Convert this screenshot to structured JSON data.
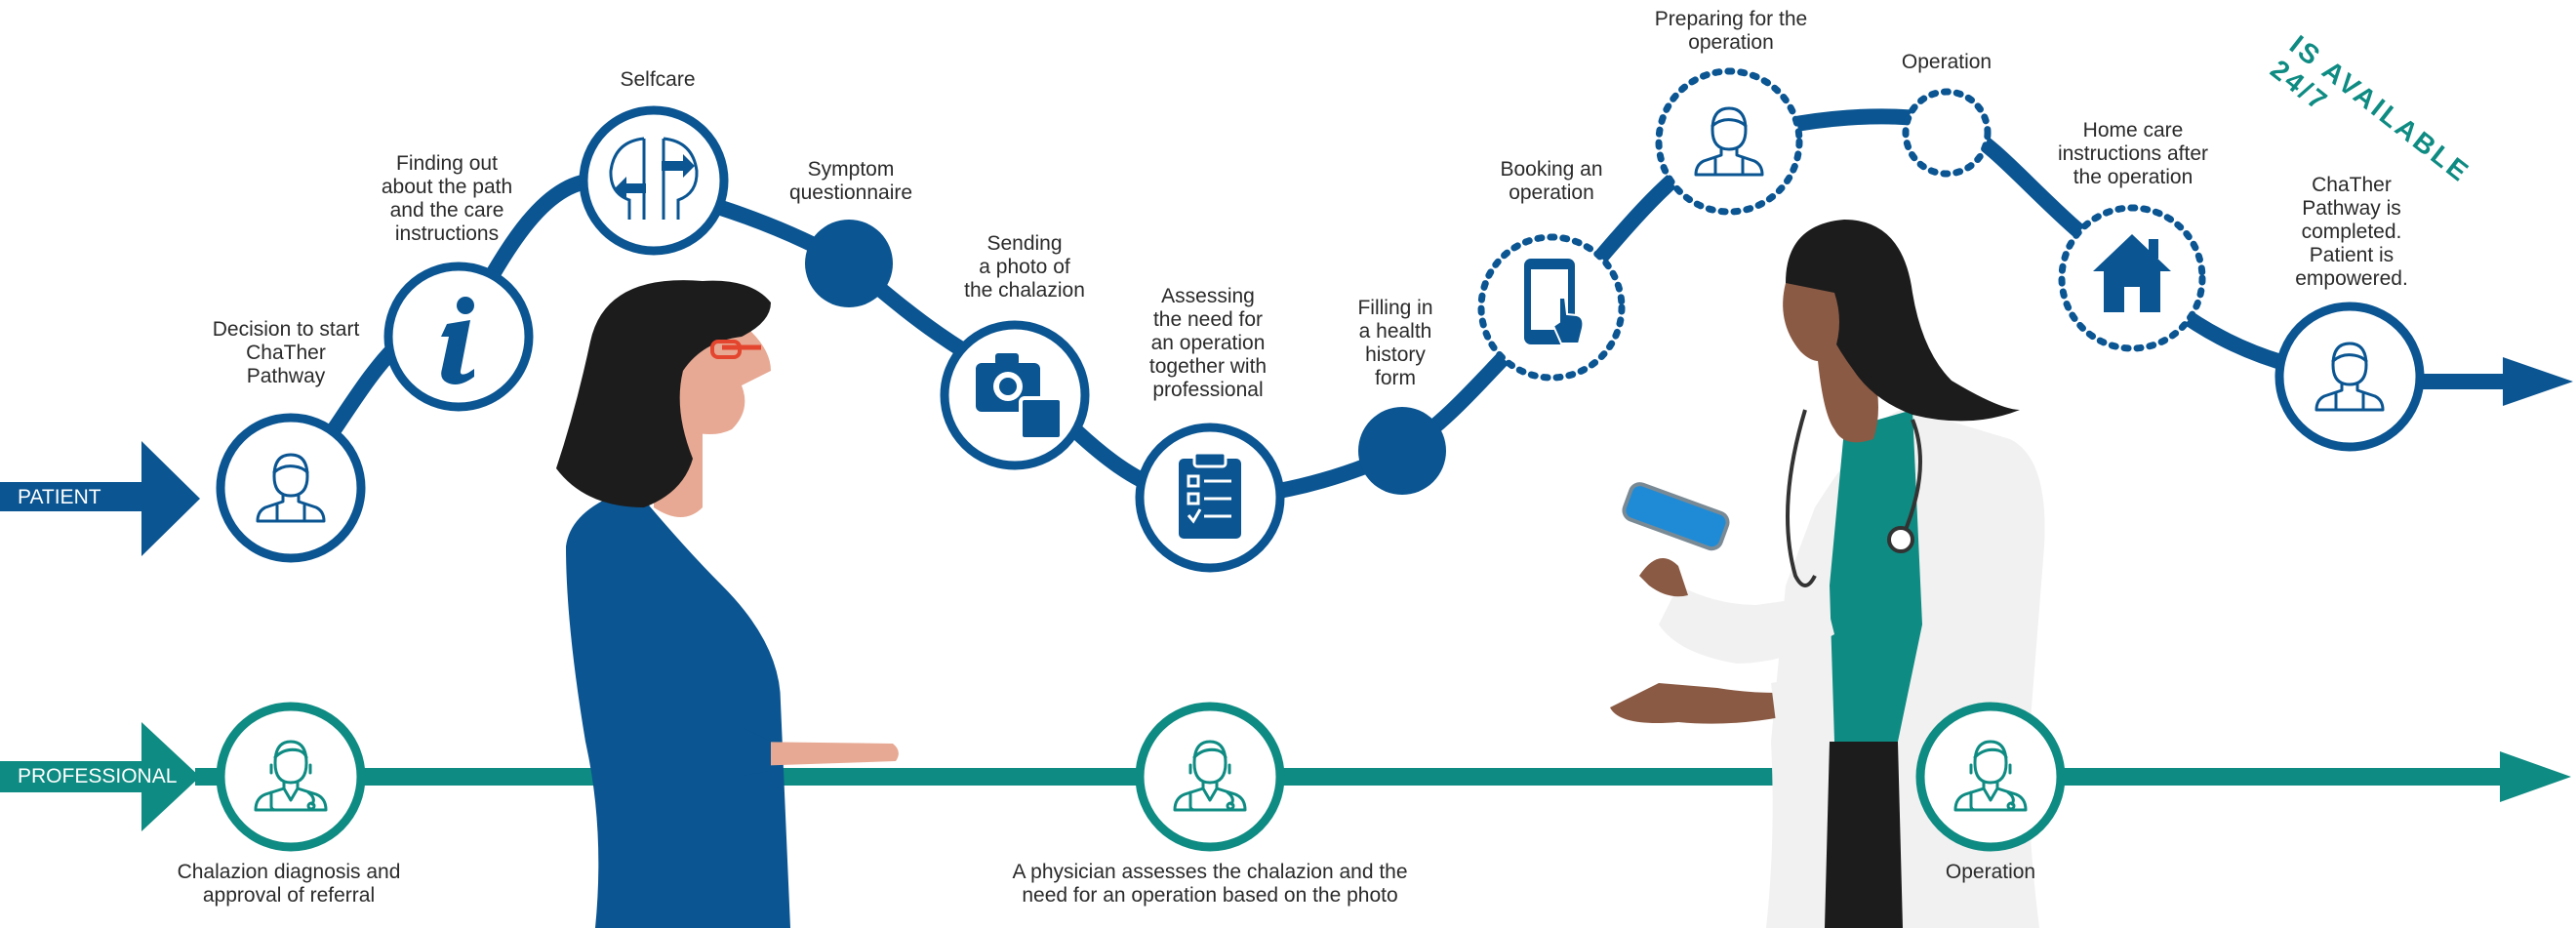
{
  "colors": {
    "patient": "#0a5592",
    "professional": "#0e8b82",
    "text": "#2a2a2a",
    "skin_light": "#e7a993",
    "skin_dark": "#8a5a44",
    "hair": "#1c1c1c",
    "coat": "#f1f1f1",
    "glasses": "#e4452e"
  },
  "patient_band": {
    "label": "PATIENT"
  },
  "professional_band": {
    "label": "PROFESSIONAL"
  },
  "badge": {
    "text": "IS AVAILABLE 24/7"
  },
  "patient_steps": [
    {
      "label": "Decision to start\nChaTher\nPathway",
      "icon": "user-icon"
    },
    {
      "label": "Finding out\nabout the path\nand the care\ninstructions",
      "icon": "info-icon"
    },
    {
      "label": "Selfcare",
      "icon": "head-exchange-icon"
    },
    {
      "label": "Symptom\nquestionnaire",
      "icon": "dot"
    },
    {
      "label": "Sending\na photo of\nthe chalazion",
      "icon": "camera-icon"
    },
    {
      "label": "Assessing\nthe need for\nan operation\ntogether with\nprofessional",
      "icon": "clipboard-checklist-icon"
    },
    {
      "label": "Filling in\na health\nhistory\nform",
      "icon": "dot"
    },
    {
      "label": "Booking an\noperation",
      "icon": "tablet-touch-icon"
    },
    {
      "label": "Preparing for the\noperation",
      "icon": "user-icon"
    },
    {
      "label": "Operation",
      "icon": "dotted-circle"
    },
    {
      "label": "Home care\ninstructions after\nthe operation",
      "icon": "home-icon"
    },
    {
      "label": "ChaTher\nPathway is\ncompleted.\nPatient is\nempowered.",
      "icon": "user-icon"
    }
  ],
  "professional_steps": [
    {
      "label": "Chalazion diagnosis and\napproval of referral",
      "icon": "doctor-icon"
    },
    {
      "label": "A physician assesses the chalazion and the\nneed for an operation based on the photo",
      "icon": "doctor-icon"
    },
    {
      "label": "Operation",
      "icon": "doctor-icon"
    }
  ]
}
